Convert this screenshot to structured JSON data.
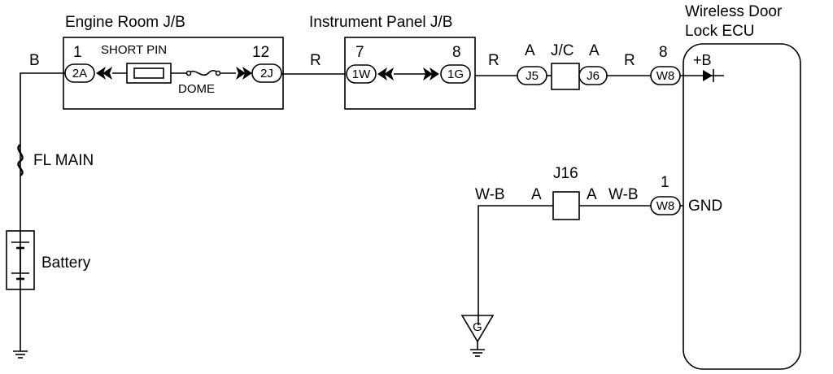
{
  "blocks": {
    "engine_room_jb": "Engine Room J/B",
    "instrument_panel_jb": "Instrument Panel J/B",
    "jc": "J/C",
    "ecu": "Wireless Door\nLock ECU",
    "j16": "J16"
  },
  "engine_room": {
    "pin_left": "1",
    "pin_right": "12",
    "conn_left": "2A",
    "conn_right": "2J",
    "short_pin": "SHORT PIN",
    "dome": "DOME"
  },
  "instrument_panel": {
    "pin_left": "7",
    "pin_right": "8",
    "conn_left": "1W",
    "conn_right": "1G"
  },
  "junction": {
    "left_letter": "A",
    "right_letter": "A",
    "conn_left": "J5",
    "conn_right": "J6"
  },
  "ecu": {
    "plus_b_pin": "8",
    "plus_b_conn": "W8",
    "plus_b_label": "+B",
    "gnd_pin": "1",
    "gnd_conn": "W8",
    "gnd_label": "GND"
  },
  "wire_colors": {
    "battery_to_jb": "B",
    "jb_to_ip": "R",
    "ip_to_jc": "R",
    "jc_to_ecu": "R",
    "ground_left": "W-B",
    "ground_right": "W-B"
  },
  "j16": {
    "left_letter": "A",
    "right_letter": "A"
  },
  "components": {
    "fl_main": "FL MAIN",
    "battery": "Battery",
    "ground_point": "G"
  }
}
